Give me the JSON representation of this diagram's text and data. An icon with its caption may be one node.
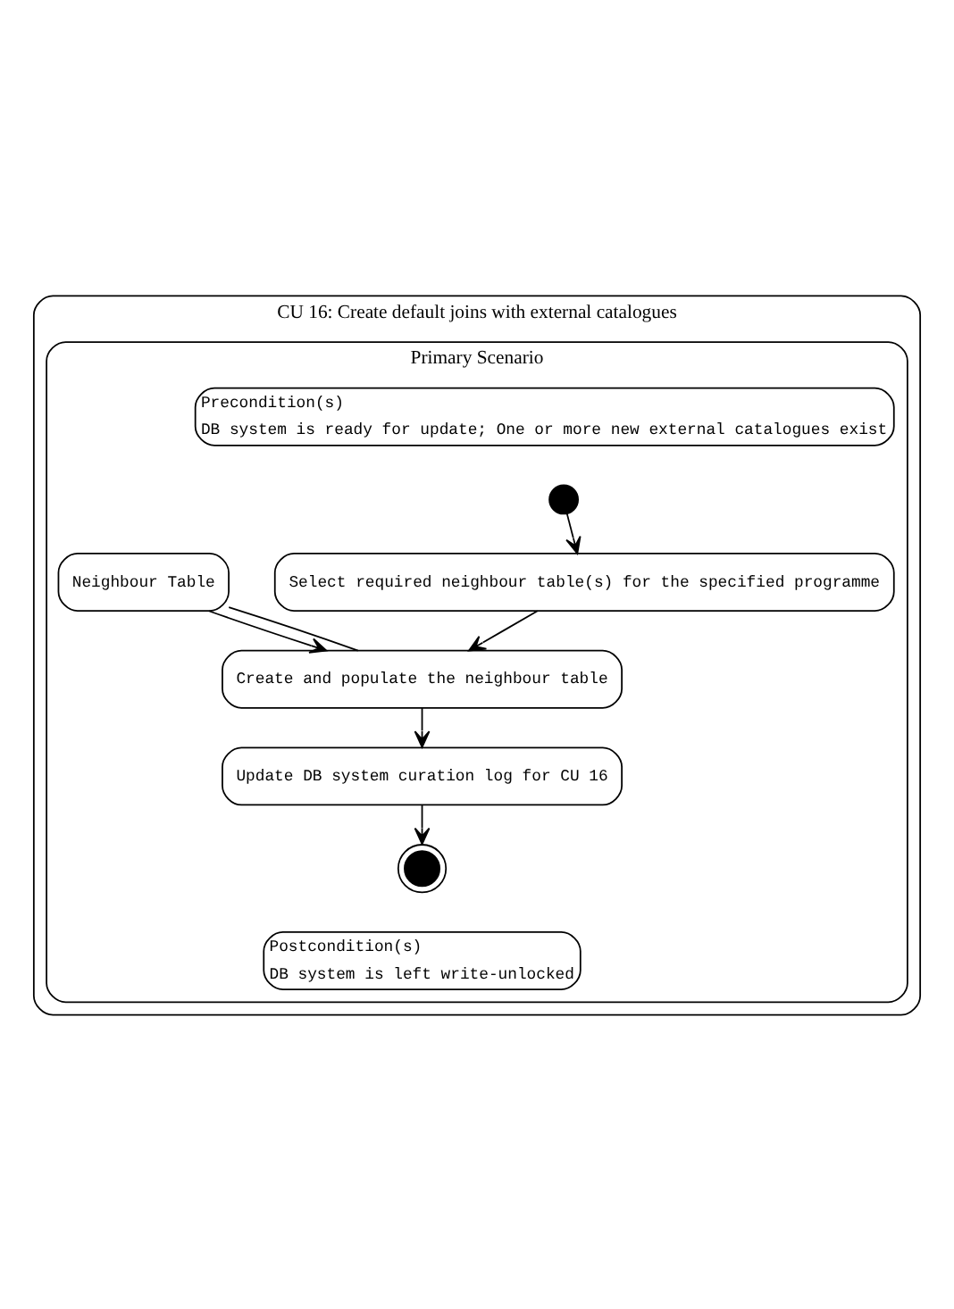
{
  "diagram": {
    "nodes": [
      {
        "text": [
          "CU 16: Create default joins with external catalogues"
        ]
      },
      {
        "text": [
          "Primary Scenario"
        ],
        "in": 0
      },
      {
        "text": [
          "Precondition(s)",
          "DB system is ready for update; One or more new external catalogues exist"
        ],
        "in": 1
      },
      {
        "text": [],
        "shape": "circle",
        "in": 1
      },
      {
        "text": [
          "Select required neighbour table(s) for the specified programme"
        ],
        "in": 1
      },
      {
        "text": [
          "Neighbour Table"
        ],
        "in": 1
      },
      {
        "text": [
          "Create and populate the neighbour table"
        ],
        "in": 1
      },
      {
        "text": [
          "Update DB system curation log for CU 16"
        ],
        "in": 1
      },
      {
        "text": [],
        "shape": "circle",
        "in": 1
      },
      {
        "text": [
          "Postcondition(s)",
          "DB system is left write-unlocked"
        ],
        "in": 1
      }
    ],
    "edges": [
      {
        "from": 3,
        "to": 4,
        "arrow": "to"
      },
      {
        "from": 4,
        "to": 6,
        "arrow": "to"
      },
      {
        "from": 5,
        "to": 6,
        "arrow": "to"
      },
      {
        "from": 6,
        "to": 5,
        "arrow": "none"
      },
      {
        "from": 6,
        "to": 7,
        "arrow": "to"
      },
      {
        "from": 7,
        "to": 8,
        "arrow": "to"
      }
    ]
  }
}
